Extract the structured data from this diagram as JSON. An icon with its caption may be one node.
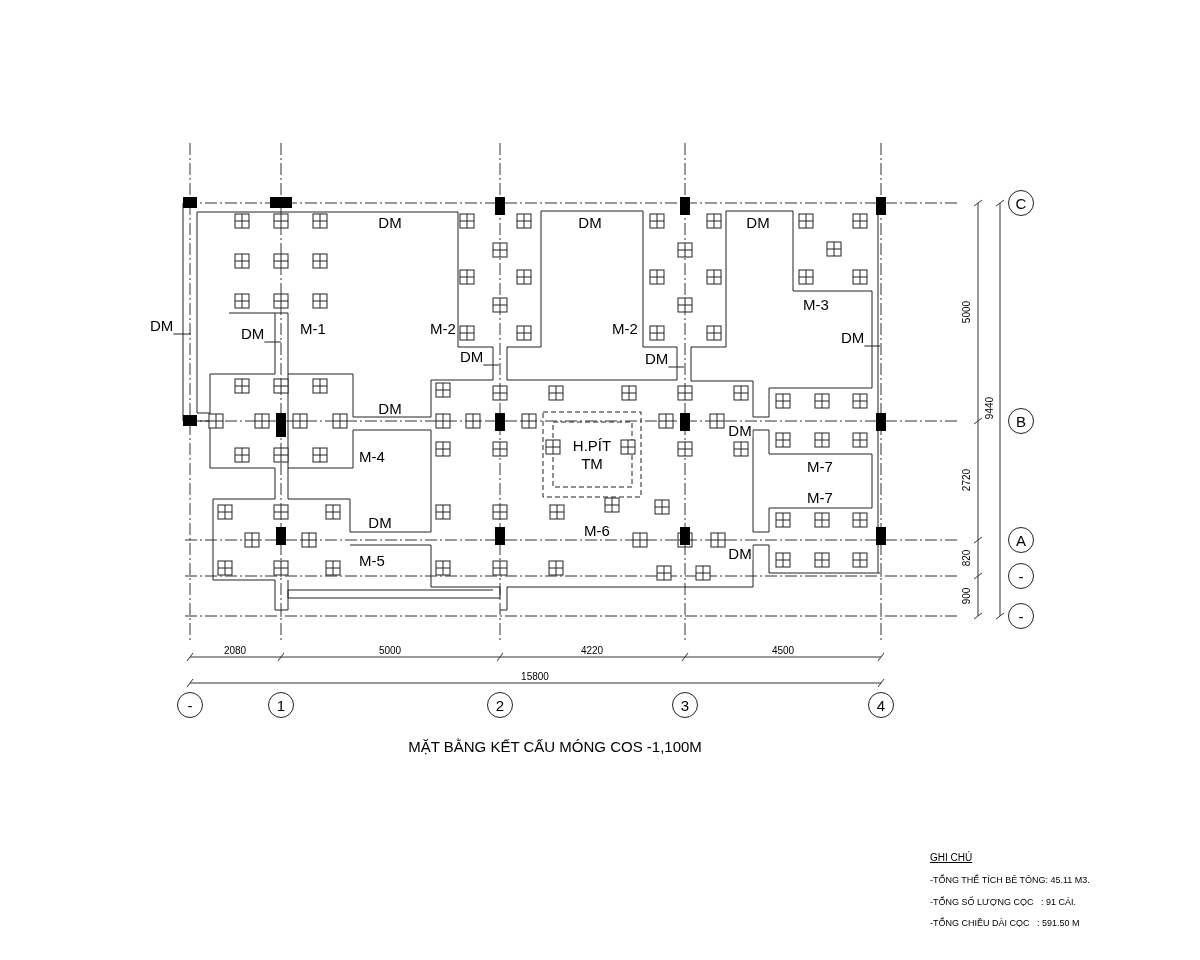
{
  "diagram": {
    "title": "MẶT BẰNG KẾT CẤU MÓNG COS -1,100M",
    "nodes": [
      {
        "text": [
          "C"
        ]
      },
      {
        "text": [
          "DM"
        ]
      },
      {
        "text": [
          "DM"
        ]
      },
      {
        "text": [
          "DM"
        ]
      },
      {
        "text": [
          "DM"
        ]
      },
      {
        "text": [
          "DM"
        ]
      },
      {
        "text": [
          "B"
        ]
      },
      {
        "text": [
          "H.PÍT TM"
        ]
      },
      {
        "text": [
          "A"
        ]
      },
      {
        "text": [
          "-"
        ]
      },
      {
        "text": [
          "-"
        ]
      },
      {
        "text": [
          "-"
        ]
      },
      {
        "text": [
          "1"
        ]
      },
      {
        "text": [
          "2"
        ]
      },
      {
        "text": [
          "3"
        ]
      },
      {
        "text": [
          "4"
        ]
      }
    ],
    "edges": [
      {
        "from": 1,
        "to": null,
        "arrow": "none"
      },
      {
        "from": 2,
        "to": null,
        "arrow": "none"
      },
      {
        "from": 3,
        "to": null,
        "arrow": "none"
      },
      {
        "from": 4,
        "to": null,
        "arrow": "none"
      },
      {
        "from": 5,
        "to": null,
        "arrow": "none"
      }
    ],
    "labels": [
      "DM",
      "DM",
      "DM",
      "M-3",
      "M-1",
      "M-2",
      "M-2",
      "5000",
      "DM",
      "9440",
      "DM",
      "M-4",
      "M-7",
      "2720",
      "M-7",
      "DM",
      "M-6",
      "DM",
      "M-5",
      "820",
      "900",
      "2080",
      "5000",
      "4220",
      "4500",
      "15800",
      "GHI CHÚ",
      "-TỔNG THỂ TÍCH BÊ TÔNG: 45.11 M3.",
      "-TỔNG SỐ LƯỢNG CỌC   : 91 CÁI.",
      "-TỔNG CHIỀU DÀI CỌC   : 591.50 M"
    ]
  }
}
